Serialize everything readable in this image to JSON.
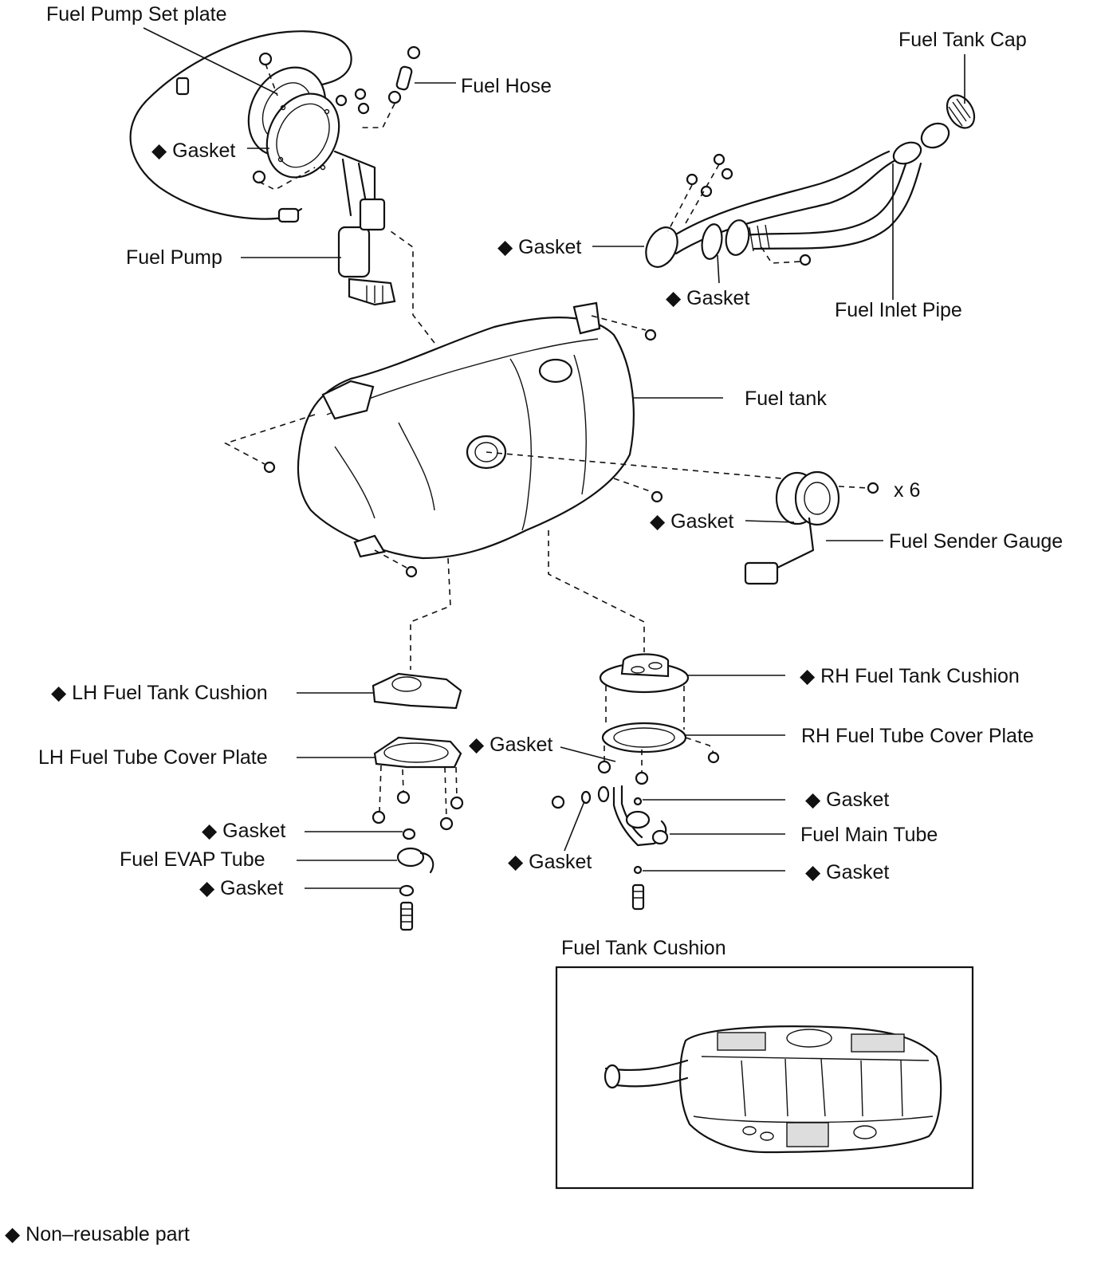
{
  "labels": {
    "fuel_pump_set_plate": "Fuel Pump Set plate",
    "fuel_hose": "Fuel Hose",
    "fuel_tank_cap": "Fuel Tank Cap",
    "gasket_pump": "◆ Gasket",
    "fuel_pump": "Fuel Pump",
    "gasket_inlet_1": "◆ Gasket",
    "gasket_inlet_2": "◆ Gasket",
    "fuel_inlet_pipe": "Fuel Inlet Pipe",
    "fuel_tank": "Fuel tank",
    "x6": "x 6",
    "gasket_sender": "◆ Gasket",
    "fuel_sender_gauge": "Fuel Sender Gauge",
    "rh_fuel_tank_cushion": "◆ RH Fuel Tank Cushion",
    "lh_fuel_tank_cushion": "◆ LH Fuel Tank Cushion",
    "rh_fuel_tube_cover_plate": "RH Fuel Tube Cover Plate",
    "lh_fuel_tube_cover_plate": "LH Fuel Tube Cover Plate",
    "gasket_rh_cover": "◆ Gasket",
    "gasket_main_upper": "◆ Gasket",
    "fuel_main_tube": "Fuel Main Tube",
    "gasket_main_bolt": "◆ Gasket",
    "gasket_main_lower": "◆ Gasket",
    "gasket_evap_upper": "◆ Gasket",
    "fuel_evap_tube": "Fuel EVAP Tube",
    "gasket_evap_lower": "◆ Gasket",
    "inset_title": "Fuel Tank Cushion",
    "legend": "◆ Non–reusable part"
  }
}
